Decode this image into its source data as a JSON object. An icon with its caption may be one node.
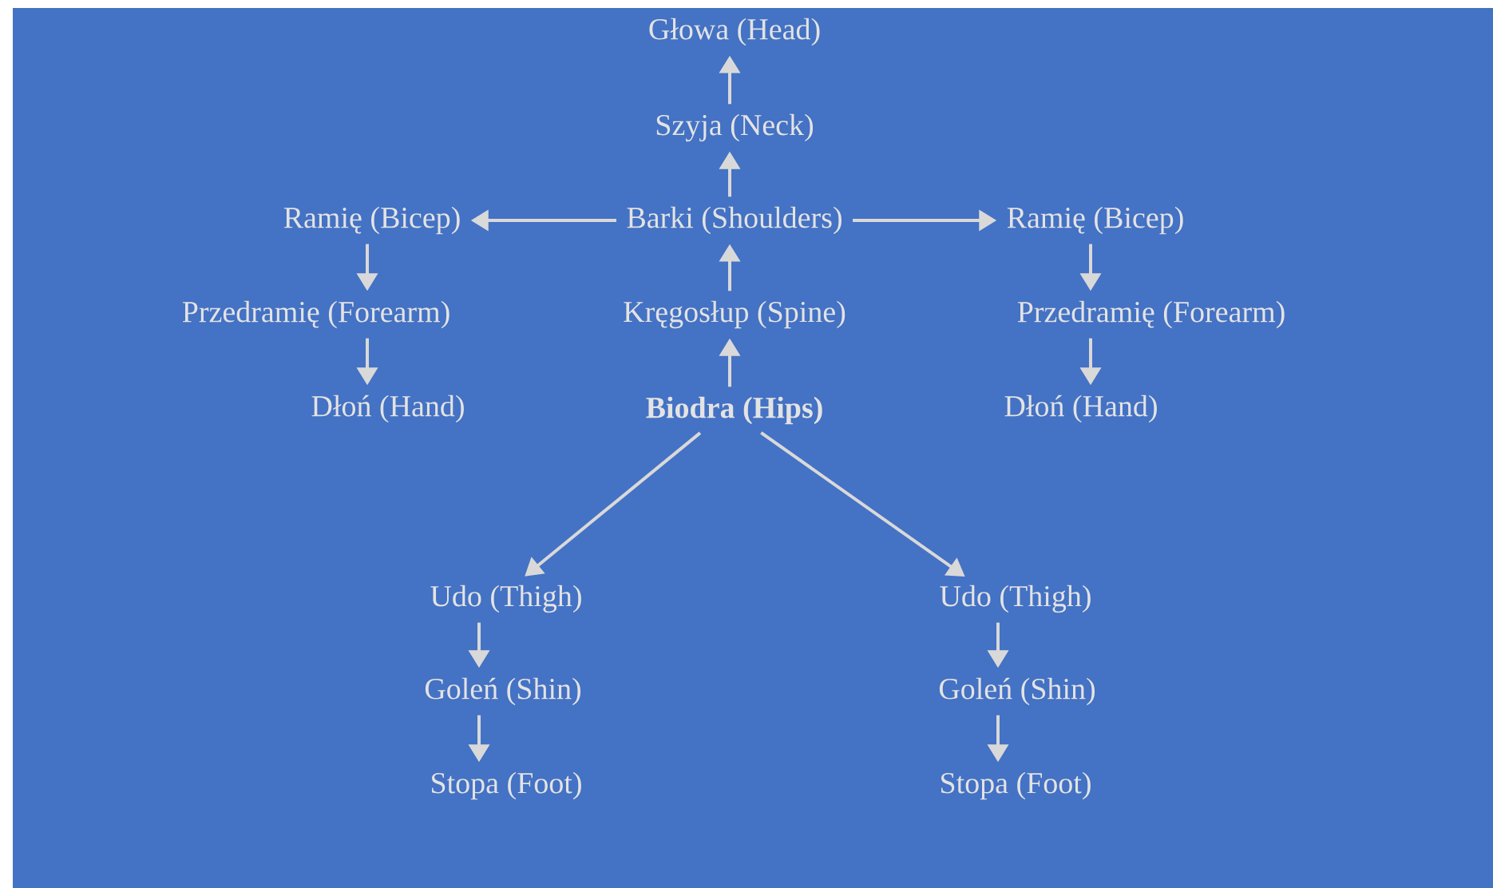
{
  "diagram": {
    "nodes": [
      {
        "text": [
          "Głowa (Head)"
        ]
      },
      {
        "text": [
          "Szyja (Neck)"
        ]
      },
      {
        "text": [
          "Barki (Shoulders)"
        ]
      },
      {
        "text": [
          "Ramię (Bicep)"
        ]
      },
      {
        "text": [
          "Ramię (Bicep)"
        ]
      },
      {
        "text": [
          "Przedramię (Forearm)"
        ]
      },
      {
        "text": [
          "Kręgosłup (Spine)"
        ]
      },
      {
        "text": [
          "Przedramię (Forearm)"
        ]
      },
      {
        "text": [
          "Dłoń (Hand)"
        ]
      },
      {
        "text": [
          "**Biodra (Hips)**"
        ]
      },
      {
        "text": [
          "Dłoń (Hand)"
        ]
      },
      {
        "text": [
          "Udo (Thigh)"
        ]
      },
      {
        "text": [
          "Udo (Thigh)"
        ]
      },
      {
        "text": [
          "Goleń (Shin)"
        ]
      },
      {
        "text": [
          "Goleń (Shin)"
        ]
      },
      {
        "text": [
          "Stopa (Foot)"
        ]
      },
      {
        "text": [
          "Stopa (Foot)"
        ]
      }
    ],
    "edges": [
      {
        "from": 9,
        "to": 6,
        "arrow": "to"
      },
      {
        "from": 6,
        "to": 2,
        "arrow": "to"
      },
      {
        "from": 2,
        "to": 1,
        "arrow": "to"
      },
      {
        "from": 1,
        "to": 0,
        "arrow": "to"
      },
      {
        "from": 2,
        "to": 3,
        "arrow": "to"
      },
      {
        "from": 2,
        "to": 4,
        "arrow": "to"
      },
      {
        "from": 3,
        "to": 5,
        "arrow": "to"
      },
      {
        "from": 5,
        "to": 8,
        "arrow": "to"
      },
      {
        "from": 4,
        "to": 7,
        "arrow": "to"
      },
      {
        "from": 7,
        "to": 10,
        "arrow": "to"
      },
      {
        "from": 9,
        "to": 11,
        "arrow": "to"
      },
      {
        "from": 9,
        "to": 12,
        "arrow": "to"
      },
      {
        "from": 11,
        "to": 13,
        "arrow": "to"
      },
      {
        "from": 13,
        "to": 15,
        "arrow": "to"
      },
      {
        "from": 12,
        "to": 14,
        "arrow": "to"
      },
      {
        "from": 14,
        "to": 16,
        "arrow": "to"
      }
    ]
  }
}
